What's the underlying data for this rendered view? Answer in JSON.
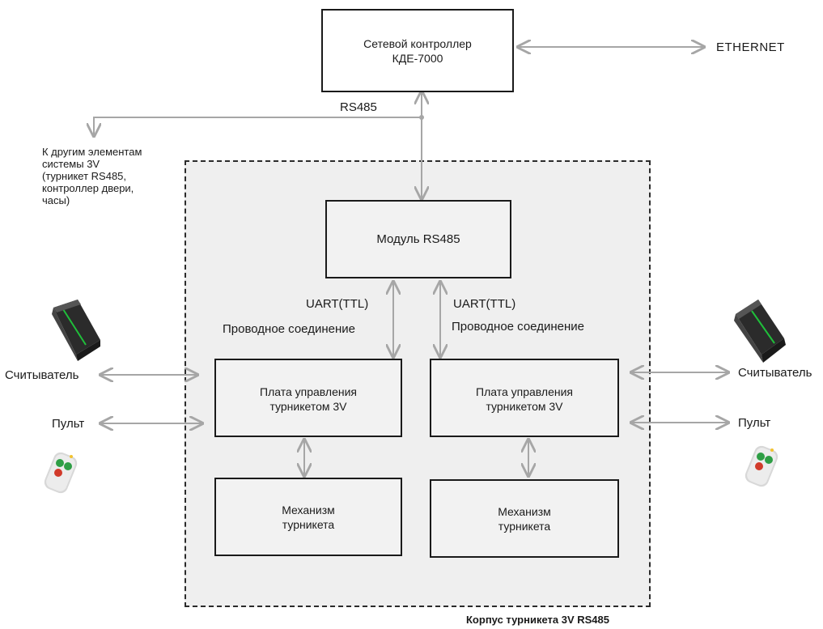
{
  "controller": {
    "line1": "Сетевой контроллер",
    "line2": "КДЕ-7000"
  },
  "ethernet": "ETHERNET",
  "rs485": "RS485",
  "other_elements": {
    "line1": "К другим элементам",
    "line2": "системы 3V",
    "line3": "(турникет RS485,",
    "line4": "контроллер двери,",
    "line5": "часы)"
  },
  "module": "Модуль RS485",
  "uart_left": "UART(TTL)",
  "wired_left": "Проводное соединение",
  "uart_right": "UART(TTL)",
  "wired_right": "Проводное соединение",
  "board_left": {
    "line1": "Плата управления",
    "line2": "турникетом 3V"
  },
  "board_right": {
    "line1": "Плата управления",
    "line2": "турникетом 3V"
  },
  "mechanism_left": {
    "line1": "Механизм",
    "line2": "турникета"
  },
  "mechanism_right": {
    "line1": "Механизм",
    "line2": "турникета"
  },
  "reader_left": "Считыватель",
  "reader_right": "Считыватель",
  "remote_left": "Пульт",
  "remote_right": "Пульт",
  "enclosure_caption": "Корпус турникета 3V RS485",
  "colors": {
    "arrow": "#a6a6a6",
    "box_border": "#1a1a1a",
    "enclosure_fill": "#efefef",
    "reader_led": "#1fbf3a"
  }
}
